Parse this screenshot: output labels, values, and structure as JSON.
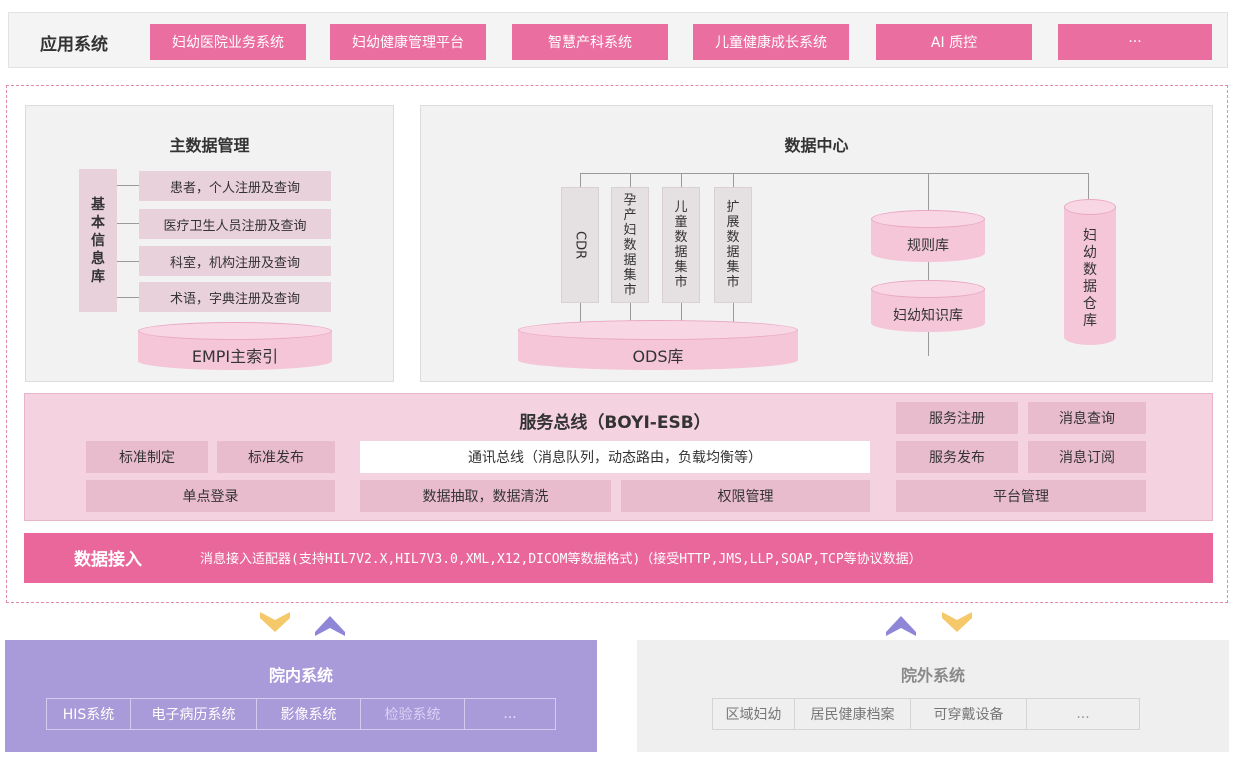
{
  "app_layer": {
    "title": "应用系统",
    "items": [
      "妇幼医院业务系统",
      "妇幼健康管理平台",
      "智慧产科系统",
      "儿童健康成长系统",
      "AI 质控",
      "···"
    ]
  },
  "master_data": {
    "title": "主数据管理",
    "base_library": "基本信息库",
    "items": [
      "患者，个人注册及查询",
      "医疗卫生人员注册及查询",
      "科室，机构注册及查询",
      "术语，字典注册及查询"
    ],
    "empi": "EMPI主索引"
  },
  "data_center": {
    "title": "数据中心",
    "marts": [
      "CDR",
      "孕产妇数据集市",
      "儿童数据集市",
      "扩展数据集市"
    ],
    "ods": "ODS库",
    "rules": "规则库",
    "knowledge": "妇幼知识库",
    "warehouse": "妇幼数据仓库"
  },
  "esb": {
    "title": "服务总线（BOYI-ESB）",
    "std_make": "标准制定",
    "std_publish": "标准发布",
    "sso": "单点登录",
    "comm_bus": "通讯总线（消息队列，动态路由，负载均衡等）",
    "extract": "数据抽取，数据清洗",
    "permission": "权限管理",
    "service_register": "服务注册",
    "message_query": "消息查询",
    "service_publish": "服务发布",
    "message_subscribe": "消息订阅",
    "platform": "平台管理"
  },
  "access": {
    "title": "数据接入",
    "desc": "消息接入适配器(支持HIL7V2.X,HIL7V3.0,XML,X12,DICOM等数据格式)（接受HTTP,JMS,LLP,SOAP,TCP等协议数据）"
  },
  "internal": {
    "title": "院内系统",
    "items": [
      "HIS系统",
      "电子病历系统",
      "影像系统",
      "检验系统",
      "..."
    ]
  },
  "external": {
    "title": "院外系统",
    "items": [
      "区域妇幼",
      "居民健康档案",
      "可穿戴设备",
      "..."
    ]
  },
  "colors": {
    "pink_accent": "#eb6ea0",
    "access_bar": "#e9679a",
    "esb_bg": "#f5d2e0",
    "internal_bg": "#a99ad9",
    "external_bg": "#efefef",
    "arrow_yellow": "#f5c96a",
    "arrow_purple": "#8f86d8"
  }
}
